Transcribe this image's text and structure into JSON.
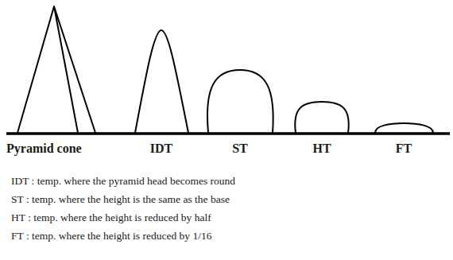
{
  "diagram": {
    "labels": [
      "Pyramid cone",
      "IDT",
      "ST",
      "HT",
      "FT",
      "IDT : temp. where the pyramid head becomes round",
      "ST : temp. where the height is the same as the base",
      "HT : temp. where the height is reduced by half",
      "FT : temp. where the height is reduced by 1/16"
    ]
  }
}
